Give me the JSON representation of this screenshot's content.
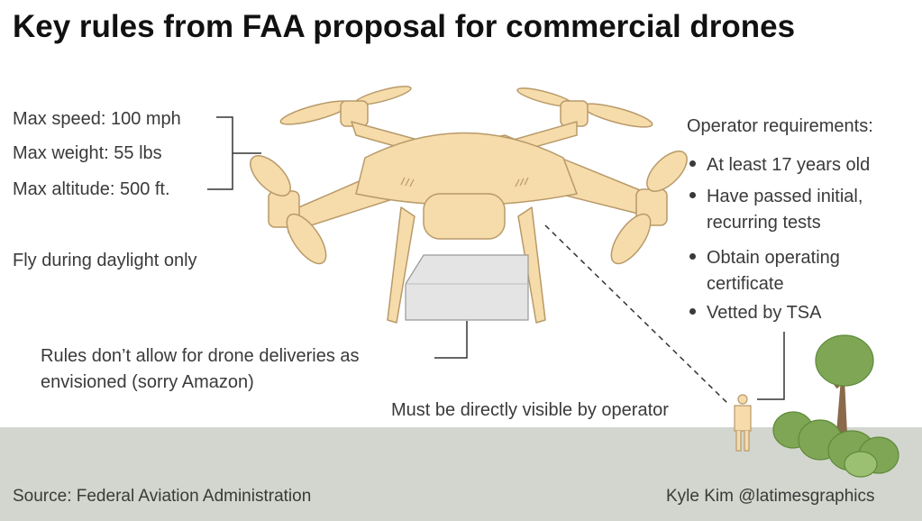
{
  "title": "Key rules from FAA proposal for commercial drones",
  "specs": {
    "speed": "Max speed: 100 mph",
    "weight": "Max weight: 55 lbs",
    "altitude": "Max altitude: 500 ft."
  },
  "daylight": "Fly during daylight only",
  "deliveries": {
    "line1": "Rules don’t allow for drone deliveries as",
    "line2": "envisioned (sorry Amazon)"
  },
  "visibility": "Must be directly visible by operator",
  "operator": {
    "heading": "Operator requirements:",
    "items": [
      {
        "line1": "At least 17 years old"
      },
      {
        "line1": "Have passed initial,",
        "line2": "recurring tests"
      },
      {
        "line1": "Obtain operating",
        "line2": "certificate"
      },
      {
        "line1": "Vetted by TSA"
      }
    ]
  },
  "source": "Source: Federal Aviation Administration",
  "credit": "Kyle Kim @latimesgraphics",
  "colors": {
    "drone_fill": "#f6dcaa",
    "drone_stroke": "#b89a6a",
    "ground": "#d3d6ce",
    "bush": "#7fa655",
    "trunk": "#8a6a4a",
    "package": "#e4e4e4"
  }
}
